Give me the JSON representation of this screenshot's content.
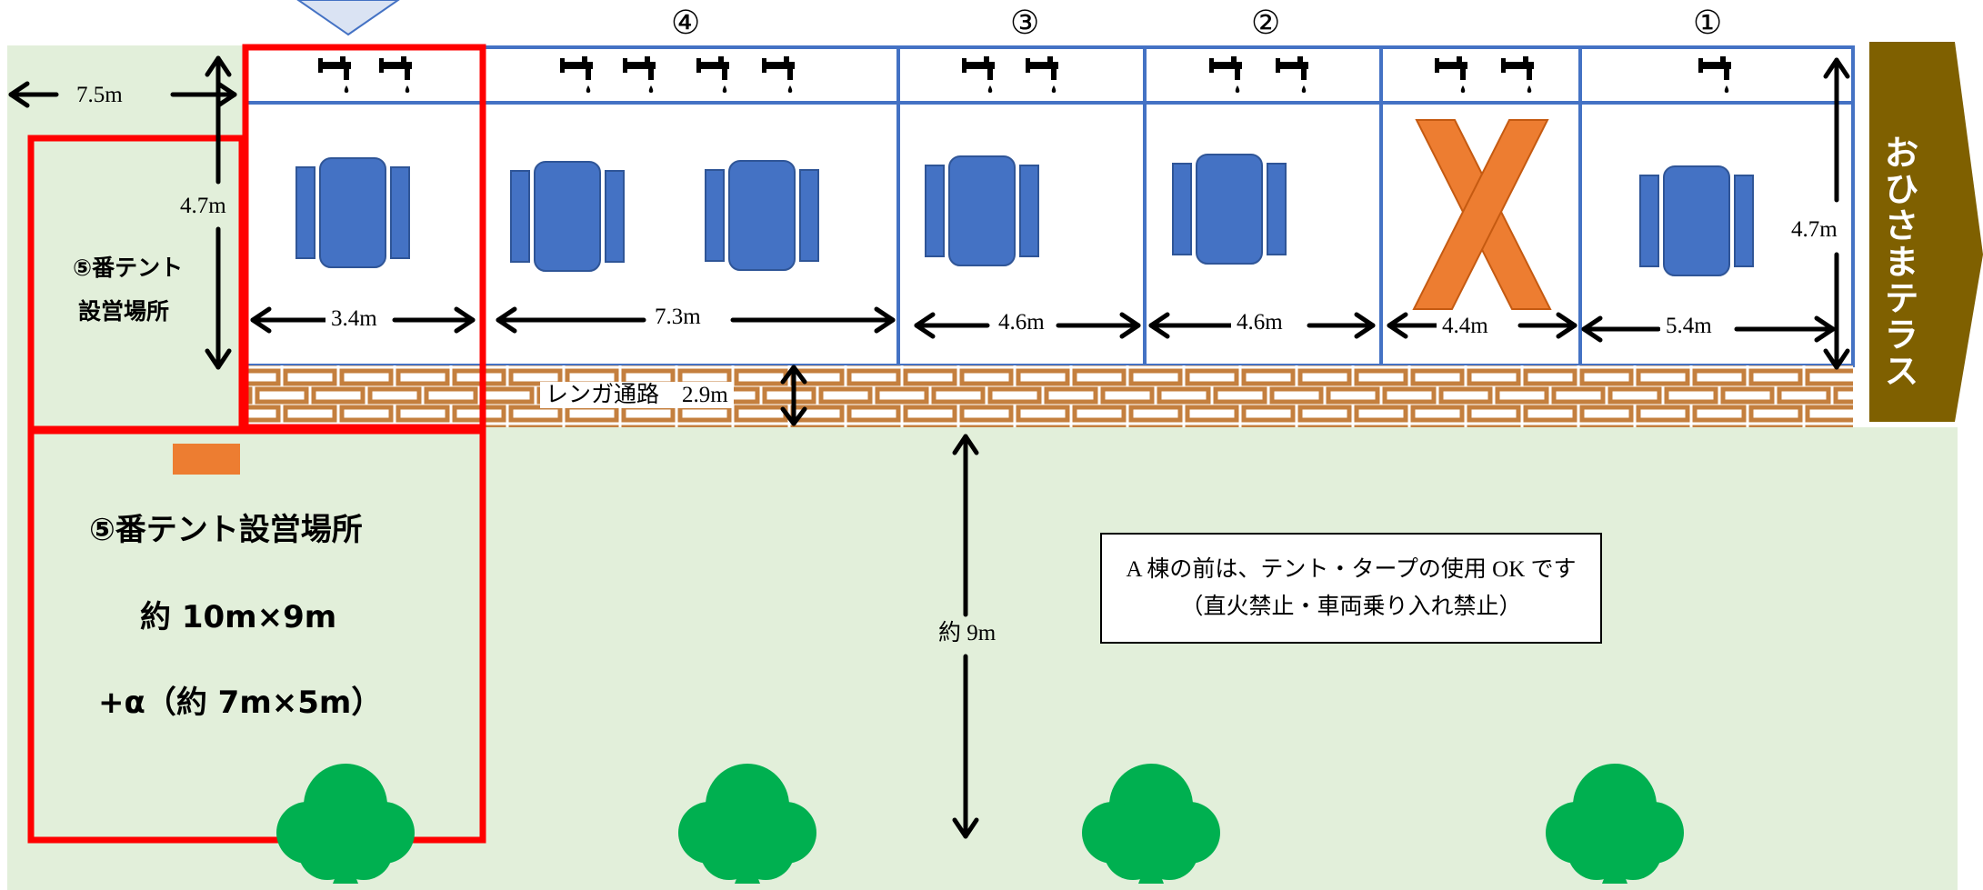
{
  "site_numbers": [
    "①",
    "②",
    "③",
    "④"
  ],
  "terrace_label": "おひさまテラス",
  "dimensions": {
    "total_left": "7.5m",
    "depth_left": "4.7m",
    "depth_right": "4.7m",
    "site_widths": [
      "3.4m",
      "7.3m",
      "4.6m",
      "4.6m",
      "4.4m",
      "5.4m"
    ],
    "path": "レンガ通路　2.9m",
    "lawn_depth": "約 9m"
  },
  "tent5_small": [
    "⑤番テント",
    "設営場所"
  ],
  "tent5_large": {
    "title": "⑤番テント設営場所",
    "size": "約 10m×9m",
    "extra": "+α（約 7m×5m）"
  },
  "notice": {
    "line1": "A 棟の前は、テント・タープの使用 OK です",
    "line2": "（直火禁止・車両乗り入れ禁止）"
  },
  "colors": {
    "lawn": "#e2efda",
    "site_border": "#4472c4",
    "table": "#4472c4",
    "highlight": "#ff0000",
    "brick": "#c47f3e",
    "cross": "#ed7d31",
    "terrace": "#7f6000",
    "tree": "#00b050"
  },
  "icons": [
    "faucet-icon",
    "picnic-table-icon",
    "tree-icon",
    "cross-mark-icon",
    "double-arrow-icon"
  ]
}
